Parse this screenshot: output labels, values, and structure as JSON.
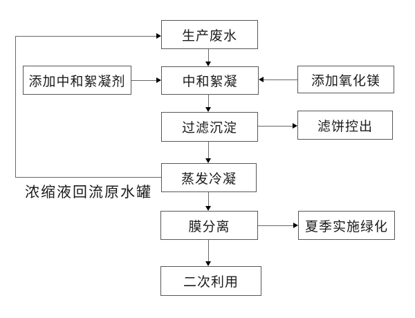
{
  "diagram": {
    "background_color": "#ffffff",
    "box_border_color": "#555555",
    "line_color": "#666666",
    "arrowhead_color": "#000000",
    "nodes": {
      "production_wastewater": "生产废水",
      "add_neutralizing_flocculant": "添加中和絮凝剂",
      "neutralization_flocculation": "中和絮凝",
      "add_magnesium_oxide": "添加氧化镁",
      "filtration_sedimentation": "过滤沉淀",
      "filter_cake_out": "滤饼控出",
      "evaporation_condensation": "蒸发冷凝",
      "membrane_separation": "膜分离",
      "summer_greening": "夏季实施绿化",
      "secondary_use": "二次利用"
    },
    "annotations": {
      "recycle_note": "浓缩液回流原水罐"
    },
    "edges": [
      {
        "from": "生产废水",
        "to": "中和絮凝"
      },
      {
        "from": "添加中和絮凝剂",
        "to": "中和絮凝"
      },
      {
        "from": "添加氧化镁",
        "to": "中和絮凝"
      },
      {
        "from": "中和絮凝",
        "to": "过滤沉淀"
      },
      {
        "from": "过滤沉淀",
        "to": "滤饼控出"
      },
      {
        "from": "过滤沉淀",
        "to": "蒸发冷凝"
      },
      {
        "from": "蒸发冷凝",
        "to": "生产废水",
        "label": "浓缩液回流原水罐"
      },
      {
        "from": "蒸发冷凝",
        "to": "膜分离"
      },
      {
        "from": "膜分离",
        "to": "夏季实施绿化"
      },
      {
        "from": "膜分离",
        "to": "二次利用"
      }
    ]
  }
}
